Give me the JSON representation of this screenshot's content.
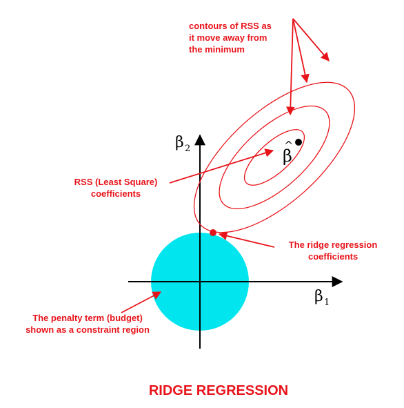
{
  "title": "RIDGE REGRESSION",
  "axes": {
    "y_label": "β",
    "y_sub": "2",
    "x_label": "β",
    "x_sub": "1"
  },
  "beta_hat": {
    "symbol": "β",
    "hat": "^"
  },
  "annotations": {
    "contours": [
      "contours of RSS as",
      "it move away from",
      "the minimum"
    ],
    "rss": [
      "RSS (Least Square)",
      "coefficients"
    ],
    "ridge": [
      "The ridge regression",
      "coefficients"
    ],
    "penalty": [
      "The penalty term (budget)",
      "shown as a constraint region"
    ]
  },
  "colors": {
    "accent": "#e8141b",
    "constraint_region": "#00e5ee",
    "axis": "#000000"
  }
}
